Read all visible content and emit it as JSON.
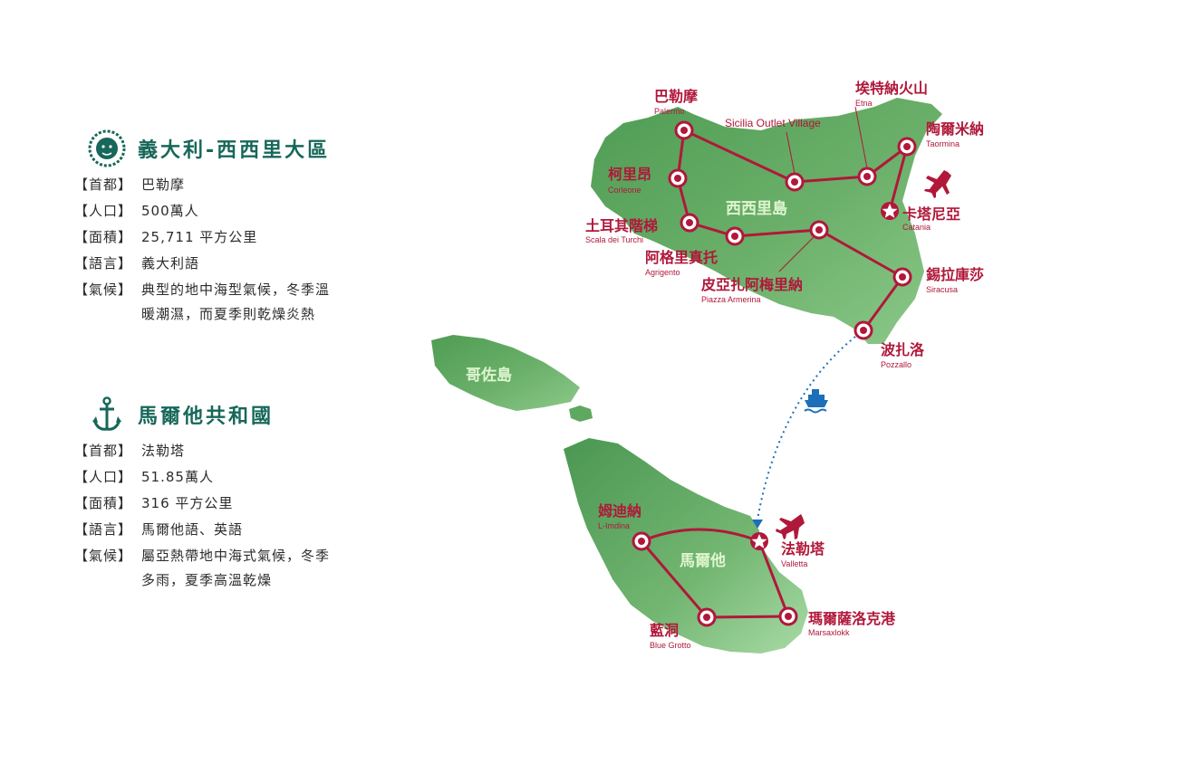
{
  "italy": {
    "title": "義大利-西西里大區",
    "rows": [
      {
        "key": "【首都】",
        "value": "巴勒摩"
      },
      {
        "key": "【人口】",
        "value": "500萬人"
      },
      {
        "key": "【面積】",
        "value": "25,711 平方公里"
      },
      {
        "key": "【語言】",
        "value": "義大利語"
      },
      {
        "key": "【氣候】",
        "value": "典型的地中海型氣候，冬季溫"
      }
    ],
    "climate_cont": "暖潮濕，而夏季則乾燥炎熱"
  },
  "malta": {
    "title": "馬爾他共和國",
    "rows": [
      {
        "key": "【首都】",
        "value": "法勒塔"
      },
      {
        "key": "【人口】",
        "value": "51.85萬人"
      },
      {
        "key": "【面積】",
        "value": "316 平方公里"
      },
      {
        "key": "【語言】",
        "value": "馬爾他語、英語"
      },
      {
        "key": "【氣候】",
        "value": "屬亞熱帶地中海式氣候，冬季"
      }
    ],
    "climate_cont": "多雨，夏季高溫乾燥"
  },
  "map": {
    "islands": {
      "sicily": "西西里島",
      "gozo": "哥佐島",
      "malta": "馬爾他"
    },
    "stops": {
      "palermo": {
        "cn": "巴勒摩",
        "en": "Palermo"
      },
      "corleone": {
        "cn": "柯里昂",
        "en": "Corleone"
      },
      "scala": {
        "cn": "土耳其階梯",
        "en": "Scala dei Turchi"
      },
      "agrigento": {
        "cn": "阿格里真托",
        "en": "Agrigento"
      },
      "piazza": {
        "cn": "皮亞扎阿梅里納",
        "en": "Piazza Armerina"
      },
      "outlet": {
        "cn": "Sicilia Outlet Village"
      },
      "etna": {
        "cn": "埃特納火山",
        "en": "Etna"
      },
      "taormina": {
        "cn": "陶爾米納",
        "en": "Taormina"
      },
      "catania": {
        "cn": "卡塔尼亞",
        "en": "Catania"
      },
      "siracusa": {
        "cn": "錫拉庫莎",
        "en": "Siracusa"
      },
      "pozzallo": {
        "cn": "波扎洛",
        "en": "Pozzallo"
      },
      "mdina": {
        "cn": "姆迪納",
        "en": "L-Imdina"
      },
      "valletta": {
        "cn": "法勒塔",
        "en": "Valletta"
      },
      "blue_grotto": {
        "cn": "藍洞",
        "en": "Blue Grotto"
      },
      "marsaxlokk": {
        "cn": "瑪爾薩洛克港",
        "en": "Marsaxlokk"
      }
    },
    "colors": {
      "route": "#b0183a",
      "land": "#5fa860",
      "ferry": "#1c6fb8",
      "title": "#17675a"
    }
  }
}
